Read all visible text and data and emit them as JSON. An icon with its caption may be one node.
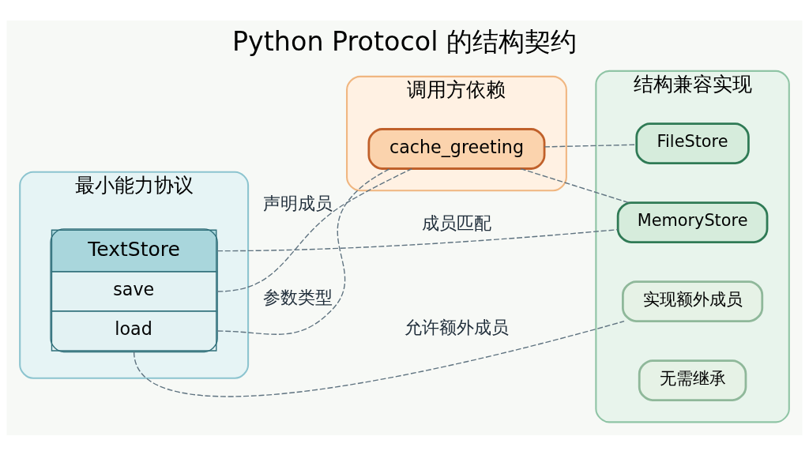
{
  "diagram": {
    "title": "Python Protocol 的结构契约",
    "nodes": [
      {
        "text": [
          "最小能力协议"
        ]
      },
      {
        "text": [
          "TextStore",
          "save",
          "load"
        ],
        "in": 0
      },
      {
        "text": [
          "调用方依赖"
        ]
      },
      {
        "text": [
          "cache_greeting"
        ],
        "in": 2
      },
      {
        "text": [
          "结构兼容实现"
        ]
      },
      {
        "text": [
          "MemoryStore"
        ],
        "in": 4
      },
      {
        "text": [
          "FileStore"
        ],
        "in": 4
      },
      {
        "text": [
          "实现额外成员"
        ],
        "in": 4
      },
      {
        "text": [
          "无需继承"
        ],
        "in": 4
      }
    ],
    "edges": [
      {
        "from": 1,
        "to": 5,
        "arrow": "none",
        "label": "成员匹配",
        "style": "dashed"
      },
      {
        "from": 1,
        "to": 3,
        "arrow": "none",
        "label": "声明成员",
        "style": "dashed"
      },
      {
        "from": 1,
        "to": 3,
        "arrow": "none",
        "label": "参数类型",
        "style": "dashed"
      },
      {
        "from": 1,
        "to": 7,
        "arrow": "none",
        "label": "允许额外成员",
        "style": "dashed"
      },
      {
        "from": 3,
        "to": 5,
        "arrow": "none",
        "style": "dashed"
      },
      {
        "from": 3,
        "to": 6,
        "arrow": "none",
        "style": "dashed"
      }
    ]
  }
}
